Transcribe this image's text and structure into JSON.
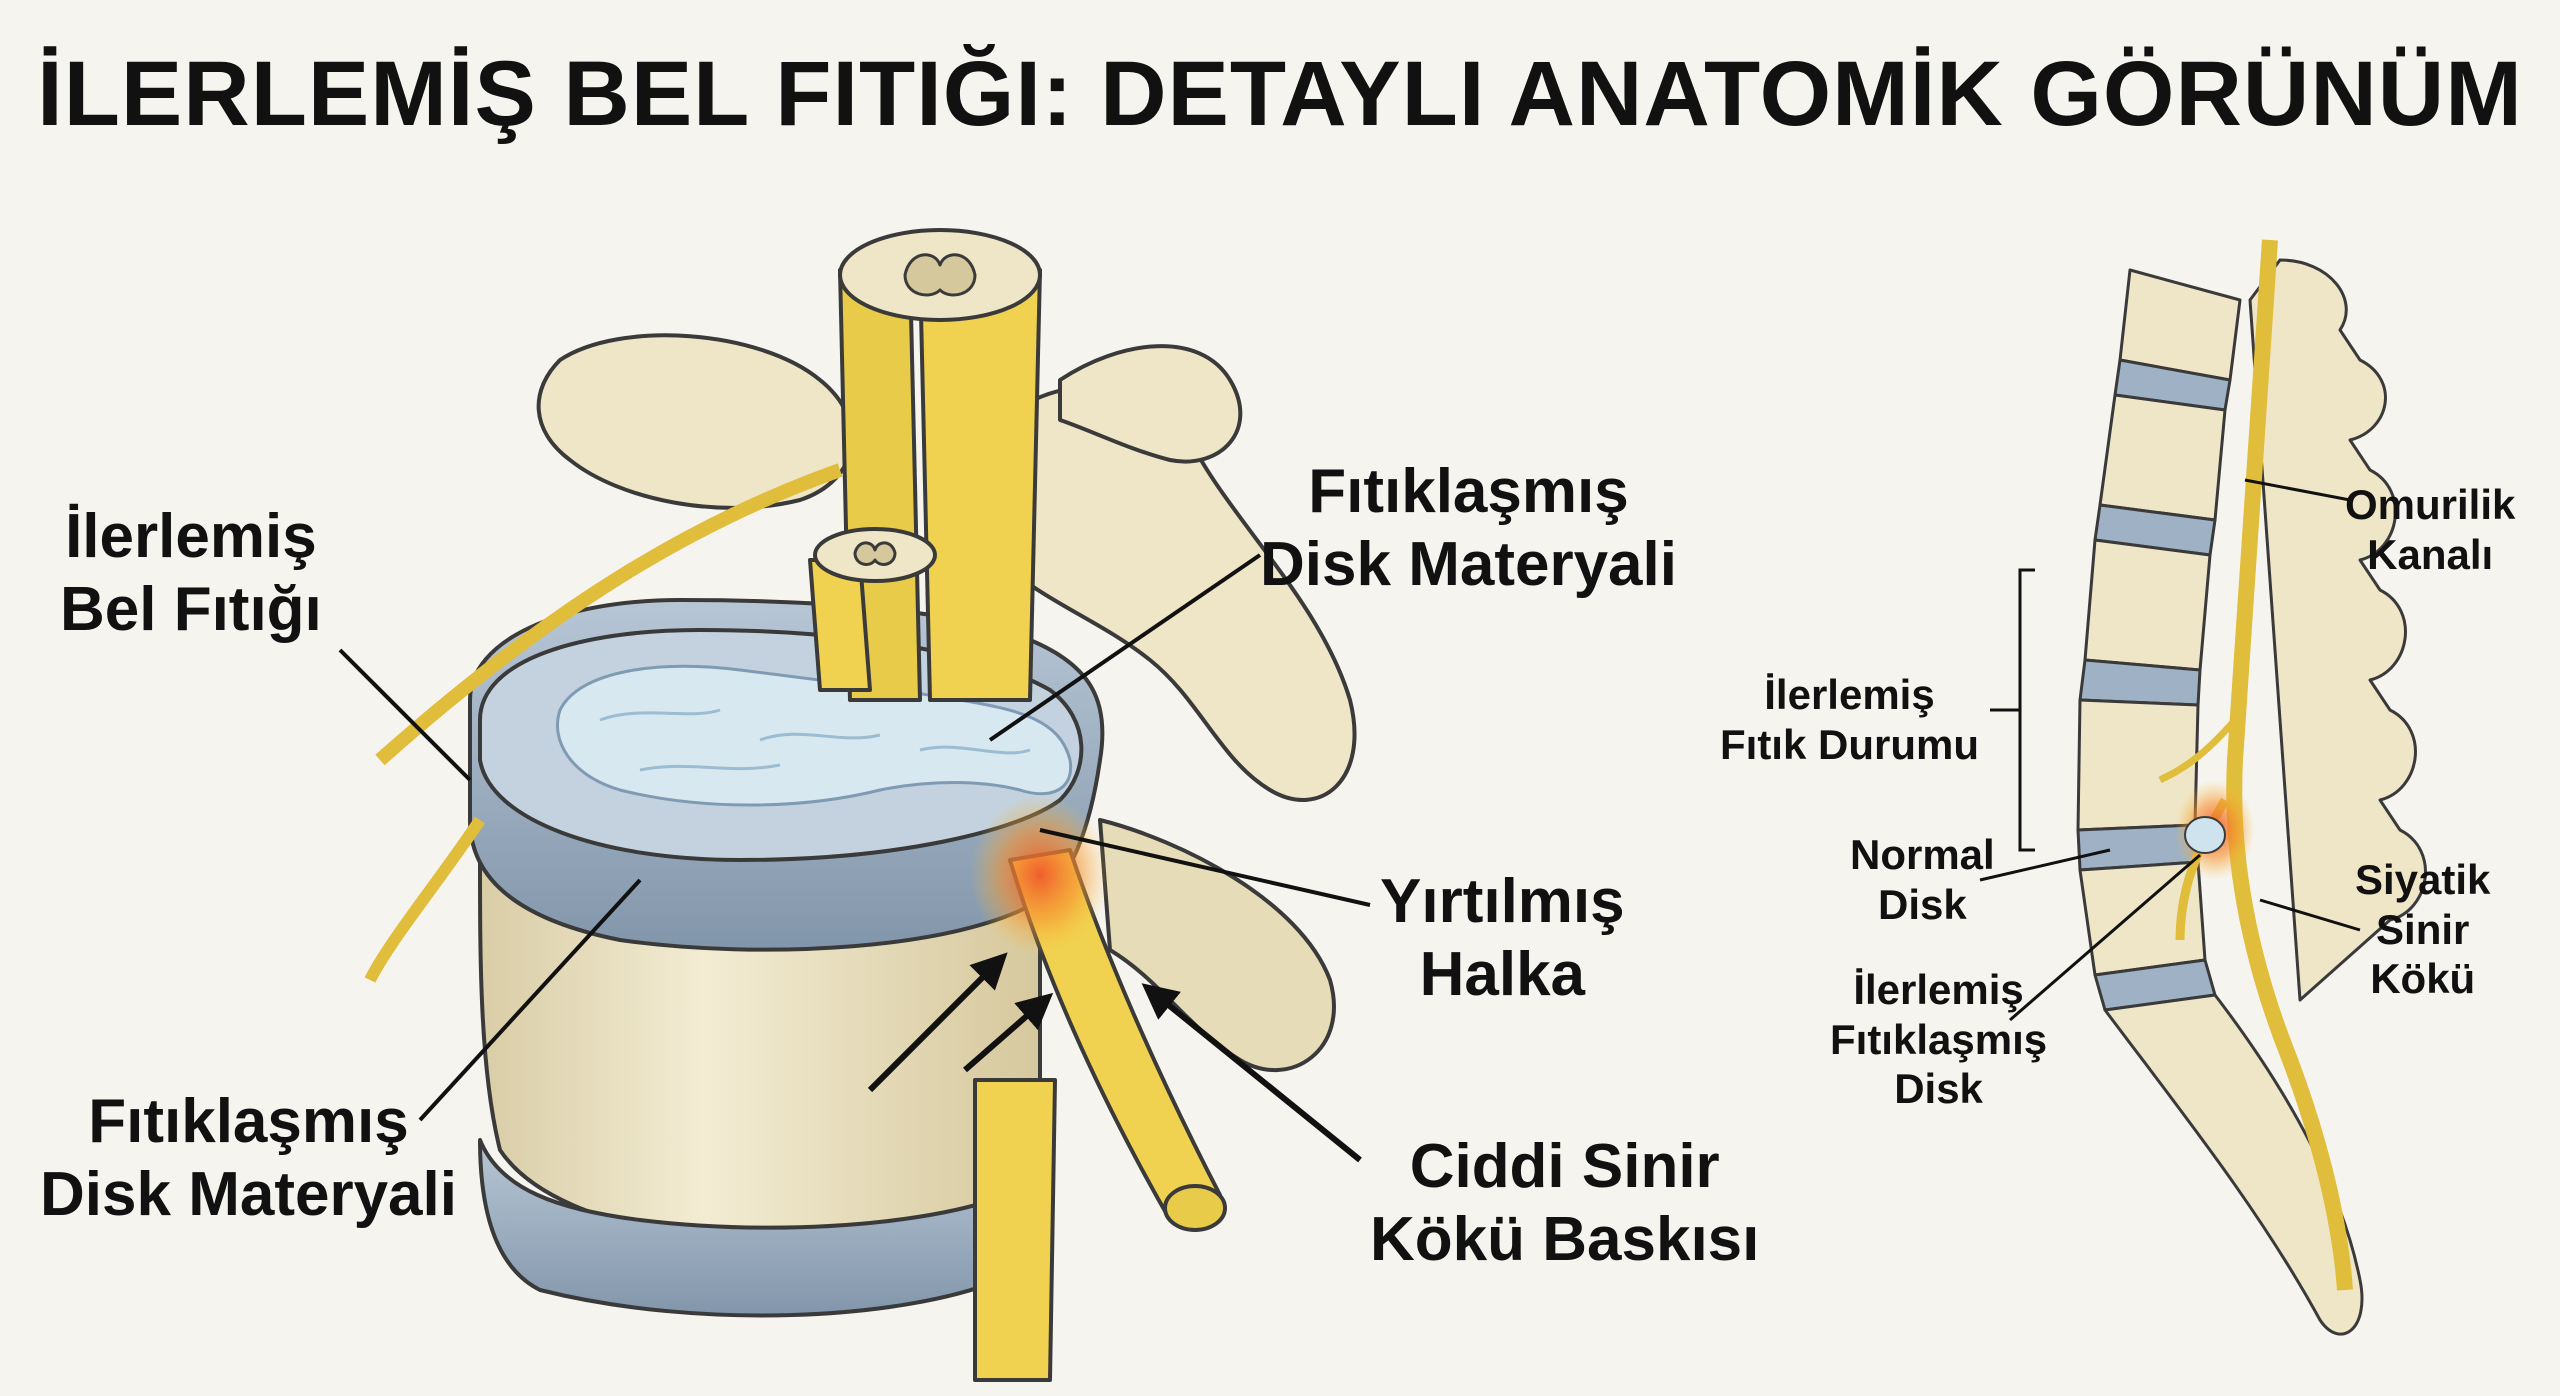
{
  "title": "İLERLEMİŞ BEL FITIĞI: DETAYLI ANATOMİK GÖRÜNÜM",
  "main_labels": {
    "advanced_hernia": [
      "İlerlemiş",
      "Bel Fıtığı"
    ],
    "herniated_material_top": [
      "Fıtıklaşmış",
      "Disk Materyali"
    ],
    "herniated_material_bottom": [
      "Fıtıklaşmış",
      "Disk Materyali"
    ],
    "torn_annulus": [
      "Yırtılmış",
      "Halka"
    ],
    "nerve_compression": [
      "Ciddi Sinir",
      "Kökü Baskısı"
    ]
  },
  "side_labels": {
    "spinal_canal": [
      "Omurilik",
      "Kanalı"
    ],
    "advanced_state": [
      "İlerlemiş",
      "Fıtık Durumu"
    ],
    "normal_disc": [
      "Normal",
      "Disk"
    ],
    "advanced_herniated_disc": [
      "İlerlemiş",
      "Fıtıklaşmış",
      "Disk"
    ],
    "sciatic_root": [
      "Siyatik",
      "Sinir",
      "Kökü"
    ]
  },
  "colors": {
    "bone": "#efe6c8",
    "bone_shade": "#d8cba3",
    "disc": "#9fb1c4",
    "nucleus": "#cfe3ef",
    "nerve": "#f1d250",
    "inflammation": "#f0562a",
    "outline": "#3a3a3a"
  }
}
